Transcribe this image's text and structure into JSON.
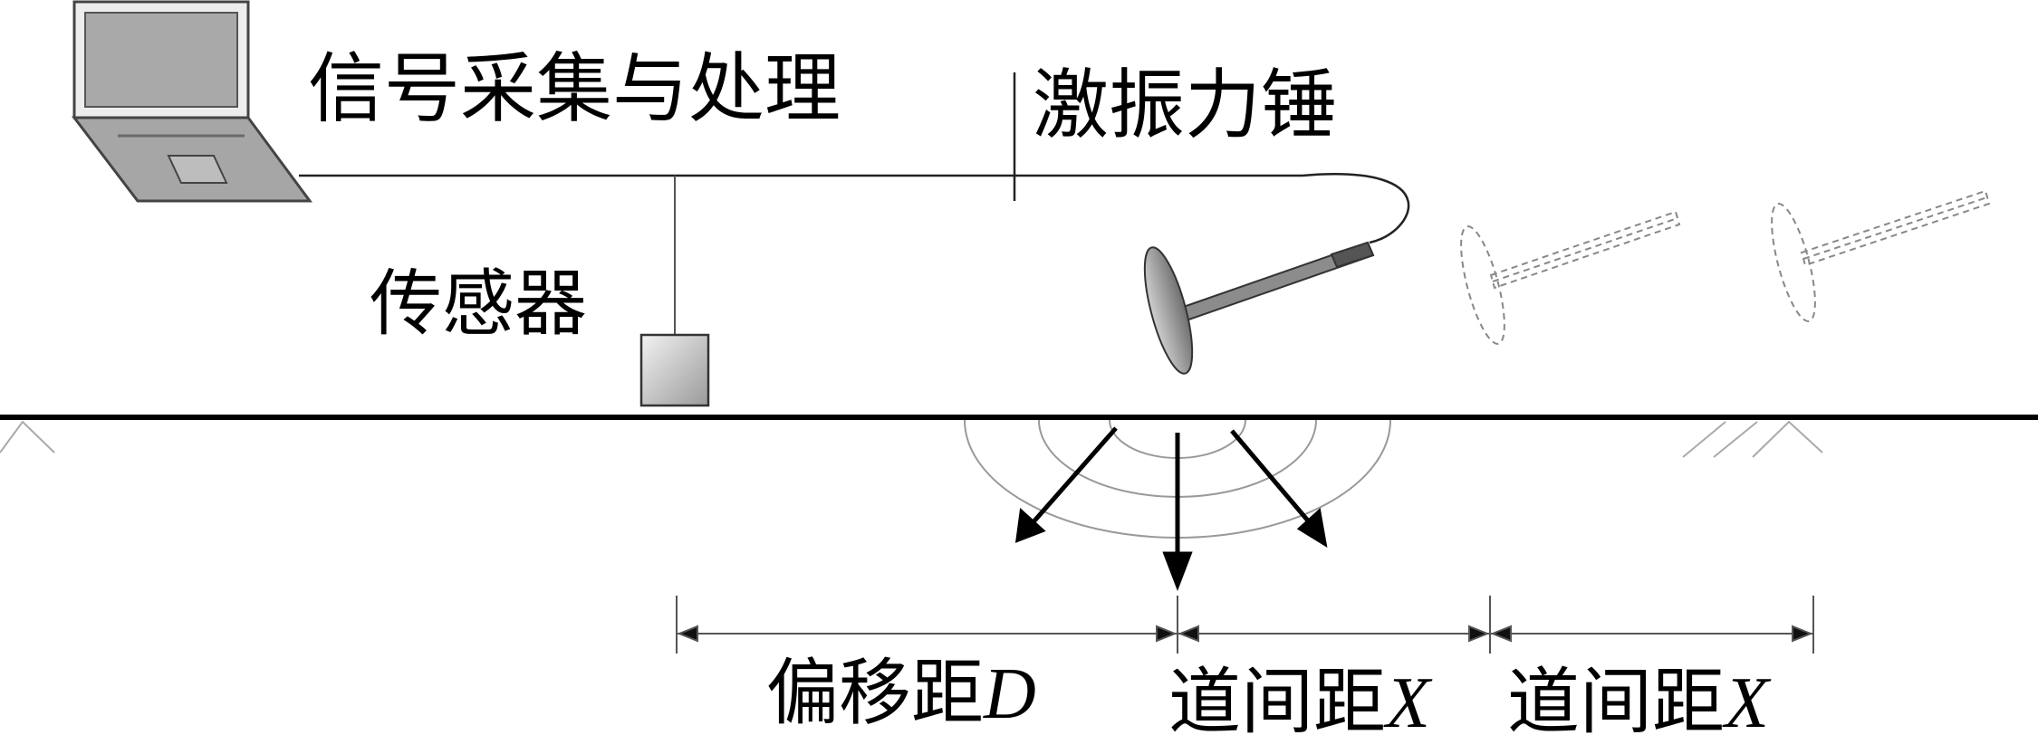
{
  "labels": {
    "signal_processing": "信号采集与处理",
    "hammer": "激振力锤",
    "sensor": "传感器",
    "offset_text": "偏移距",
    "offset_symbol": "D",
    "spacing1_text": "道间距",
    "spacing1_symbol": "X",
    "spacing2_text": "道间距",
    "spacing2_symbol": "X"
  },
  "colors": {
    "line": "#000000",
    "device_fill": "#a8a8a8",
    "device_dark": "#7a7a7a",
    "ghost": "#8a8a8a"
  },
  "icons": [
    "laptop-icon",
    "sensor-icon",
    "hammer-icon",
    "ghost-hammer-icon"
  ]
}
